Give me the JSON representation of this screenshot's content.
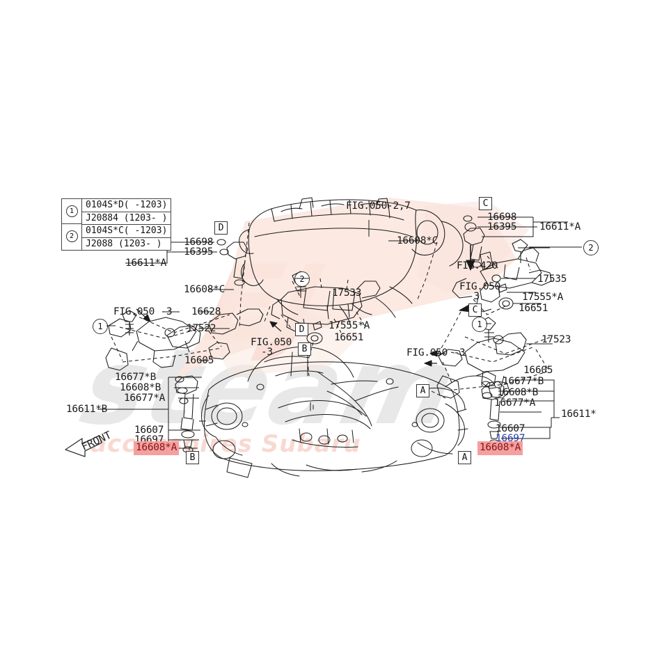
{
  "diagram": {
    "title": "Subaru Intake Manifold / Fuel Injector Parts Diagram",
    "front_marker": "FRONT",
    "colors": {
      "highlight_bg": "#f4a0a0",
      "highlight_text": "#8a1212",
      "link_text": "#2b3fa8",
      "line": "#1a1a1a",
      "shade": "#fae5dd",
      "watermark_gray": "#e8e8e8",
      "watermark_red": "#f8d9d2"
    }
  },
  "watermarks": {
    "big": "steam",
    "red_big": "EJ",
    "red_small": "accessoires Subaru"
  },
  "legend": {
    "rows": [
      {
        "num": "1",
        "line1": "0104S*D( -1203)",
        "line2": "J20884 (1203- )"
      },
      {
        "num": "2",
        "line1": "0104S*C( -1203)",
        "line2": "J2088  (1203- )"
      }
    ]
  },
  "labels": {
    "l_16611a": "16611*A",
    "l_16698_left": "16698",
    "l_16395_left": "16395",
    "l_16608c_left": "16608*C",
    "l_fig050_3_a": "FIG.050 -3",
    "l_16628": "16628",
    "l_17522": "17522",
    "l_16605_left": "16605",
    "l_16677b_left": "16677*B",
    "l_16608b_left": "16608*B",
    "l_16677a_left": "16677*A",
    "l_16611b": "16611*B",
    "l_16607_left": "16607",
    "l_16697_left": "16697",
    "l_16608a_left": "16608*A",
    "l_fig050_27": "FIG.050-2,7",
    "l_16608c_mid": "16608*C",
    "l_17533": "17533",
    "l_17555a_mid": "17555*A",
    "l_16651_mid": "16651",
    "l_fig050_3_b": "FIG.050",
    "l_fig050_3_b2": "-3",
    "l_fig050_3_c": "FIG.050 -3",
    "l_16698_right": "16698",
    "l_16395_right": "16395",
    "l_16611a_right": "16611*A",
    "l_fig420": "FIG.420",
    "l_fig050_3_d": "FIG.050",
    "l_fig050_3_d2": "-3",
    "l_17535": "17535",
    "l_17555a_right": "17555*A",
    "l_16651_right": "16651",
    "l_17523": "17523",
    "l_16605_right": "16605",
    "l_16677b_right": "16677*B",
    "l_16608b_right": "16608*B",
    "l_16677a_right": "16677*A",
    "l_16611_right": "16611*",
    "l_16607_right": "16607",
    "l_16697_right": "16697",
    "l_16608a_right": "16608*A"
  },
  "callout_boxes": {
    "d_top": "D",
    "c_top": "C",
    "d_mid": "D",
    "b_mid": "B",
    "c_mid": "C",
    "a_center": "A",
    "b_bottom": "B",
    "a_bottom": "A"
  },
  "circled": {
    "one_left": "1",
    "two_mid": "2",
    "two_right": "2",
    "one_right": "1"
  }
}
